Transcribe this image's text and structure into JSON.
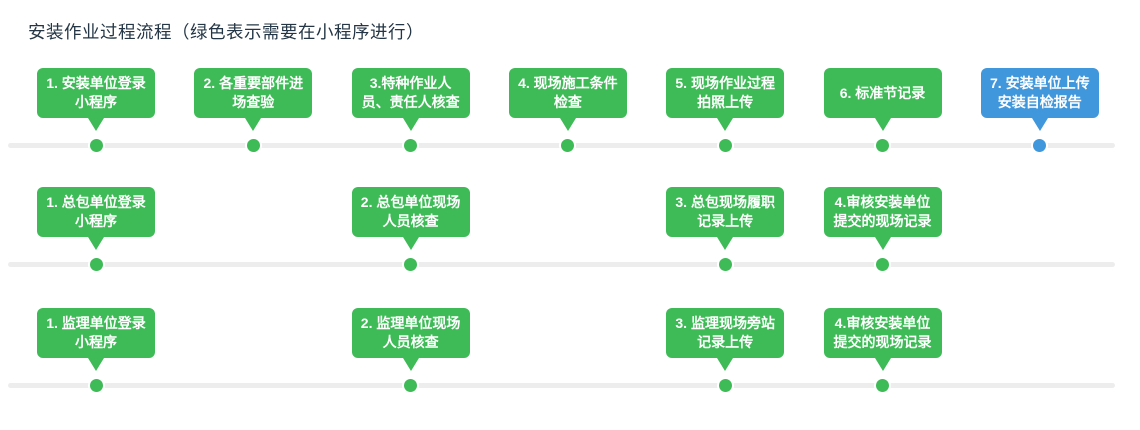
{
  "title": "安装作业过程流程（绿色表示需要在小程序进行）",
  "colors": {
    "green": "#3EBB57",
    "blue": "#4197DC",
    "line": "#EDEDED",
    "title": "#243645"
  },
  "lanes": [
    {
      "steps": [
        {
          "label": "1. 安装单位登录\n小程序",
          "col": 0,
          "color": "green"
        },
        {
          "label": "2. 各重要部件进\n场查验",
          "col": 1,
          "color": "green"
        },
        {
          "label": "3.特种作业人\n员、责任人核查",
          "col": 2,
          "color": "green"
        },
        {
          "label": "4. 现场施工条件\n检查",
          "col": 3,
          "color": "green"
        },
        {
          "label": "5. 现场作业过程\n拍照上传",
          "col": 4,
          "color": "green"
        },
        {
          "label": "6. 标准节记录",
          "col": 5,
          "color": "green"
        },
        {
          "label": "7. 安装单位上传\n安装自检报告",
          "col": 6,
          "color": "blue"
        }
      ]
    },
    {
      "steps": [
        {
          "label": "1. 总包单位登录\n小程序",
          "col": 0,
          "color": "green"
        },
        {
          "label": "2. 总包单位现场\n人员核查",
          "col": 2,
          "color": "green"
        },
        {
          "label": "3. 总包现场履职\n记录上传",
          "col": 4,
          "color": "green"
        },
        {
          "label": "4.审核安装单位\n提交的现场记录",
          "col": 5,
          "color": "green"
        }
      ]
    },
    {
      "steps": [
        {
          "label": "1. 监理单位登录\n小程序",
          "col": 0,
          "color": "green"
        },
        {
          "label": "2. 监理单位现场\n人员核查",
          "col": 2,
          "color": "green"
        },
        {
          "label": "3. 监理现场旁站\n记录上传",
          "col": 4,
          "color": "green"
        },
        {
          "label": "4.审核安装单位\n提交的现场记录",
          "col": 5,
          "color": "green"
        }
      ]
    }
  ]
}
